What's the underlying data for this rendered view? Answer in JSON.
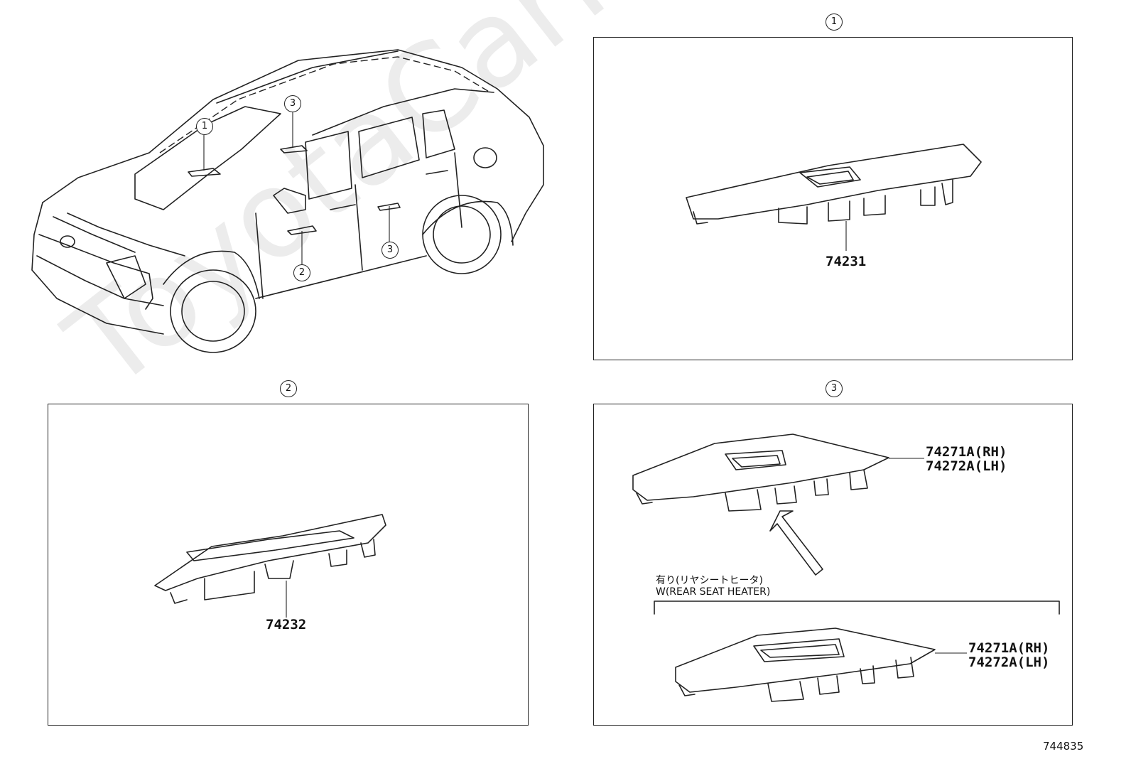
{
  "callouts": {
    "c1": "1",
    "c2": "2",
    "c3": "3"
  },
  "panel1": {
    "part": "74231"
  },
  "panel2": {
    "part": "74232"
  },
  "panel3": {
    "upper_part_rh": "74271A(RH)",
    "upper_part_lh": "74272A(LH)",
    "note_jp": "有り(リヤシートヒータ)",
    "note_en": "W(REAR SEAT HEATER)",
    "lower_part_rh": "74271A(RH)",
    "lower_part_lh": "74272A(LH)"
  },
  "drawing_number": "744835",
  "watermark": "ToyotaCarMine.ru"
}
